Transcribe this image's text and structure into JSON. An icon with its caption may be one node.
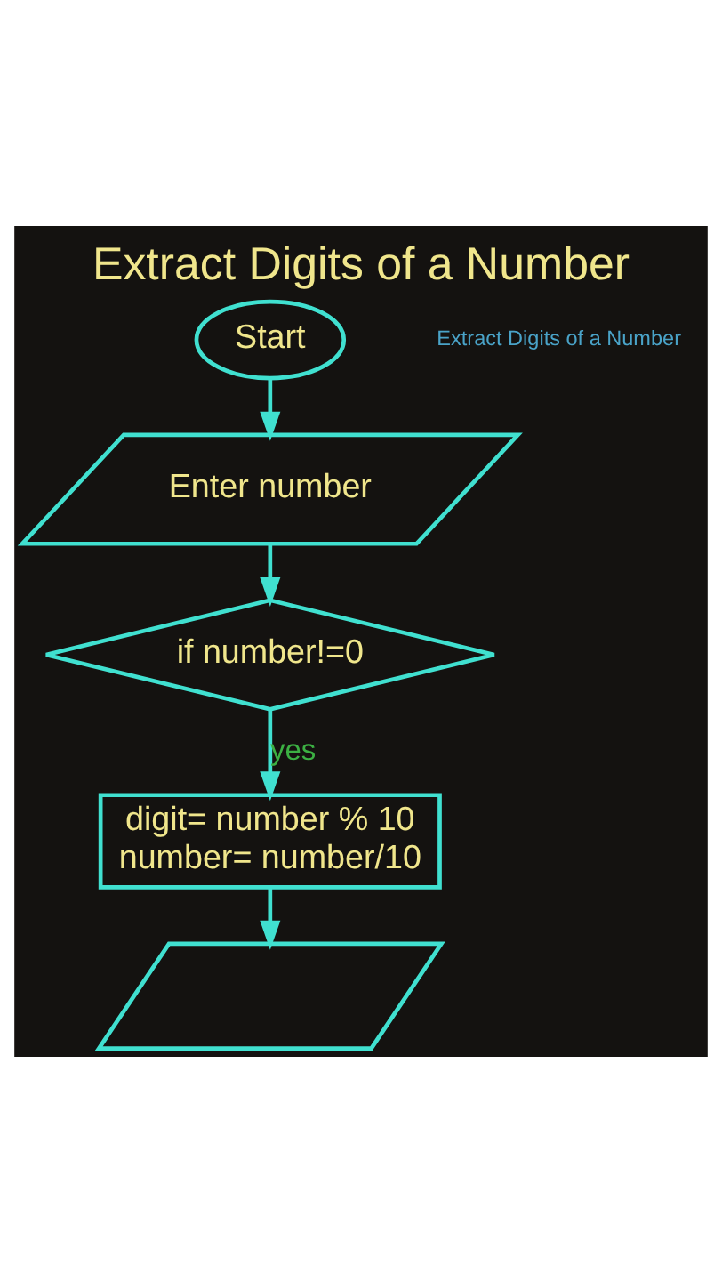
{
  "diagram": {
    "title": "Extract Digits of a Number",
    "nodes": [
      {
        "text": [
          "Start"
        ]
      },
      {
        "text": [
          "Enter number"
        ]
      },
      {
        "text": [
          "if number!=0"
        ]
      },
      {
        "text": [
          "digit= number % 10 number= number/10"
        ]
      },
      {
        "text": [],
        "shape": "parallelogram"
      }
    ],
    "edges": [
      {
        "from": 0,
        "to": 1,
        "arrow": "to"
      },
      {
        "from": 1,
        "to": 2,
        "arrow": "to"
      },
      {
        "from": 2,
        "to": 3,
        "arrow": "to",
        "label": "yes"
      },
      {
        "from": 3,
        "to": 4,
        "arrow": "to"
      }
    ],
    "labels": [
      "Extract Digits of a Number"
    ]
  }
}
